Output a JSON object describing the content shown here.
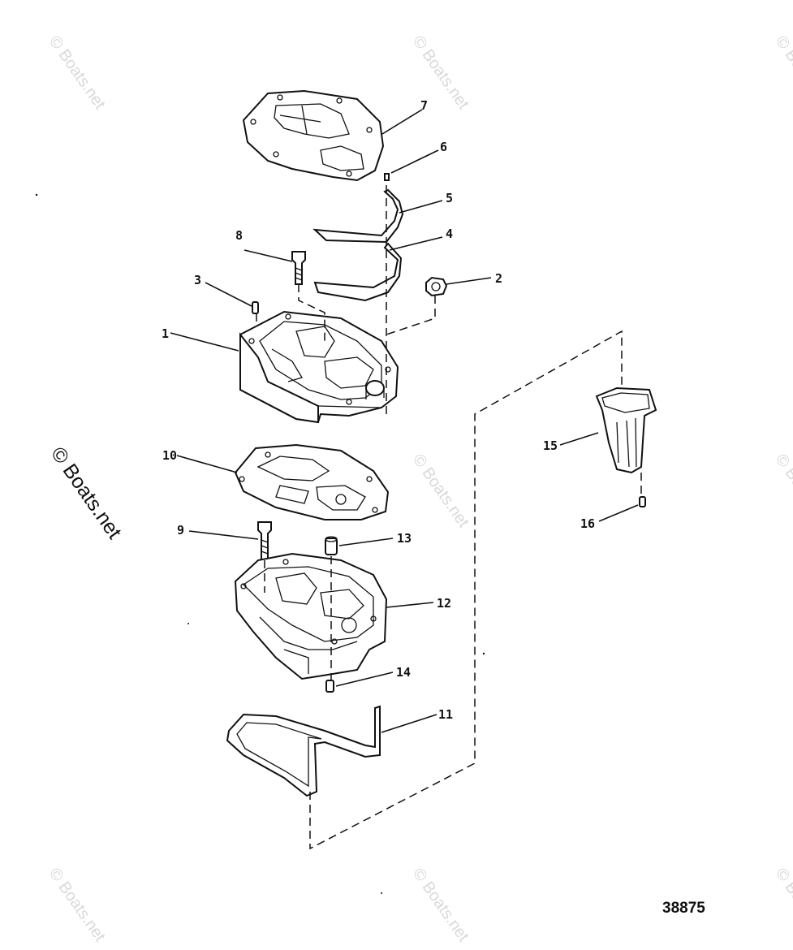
{
  "watermark": {
    "text": "© Boats.net"
  },
  "figure_number": "38875",
  "callouts": {
    "c1": "1",
    "c2": "2",
    "c3": "3",
    "c4": "4",
    "c5": "5",
    "c6": "6",
    "c7": "7",
    "c8": "8",
    "c9": "9",
    "c10": "10",
    "c11": "11",
    "c12": "12",
    "c13": "13",
    "c14": "14",
    "c15": "15",
    "c16": "16"
  }
}
